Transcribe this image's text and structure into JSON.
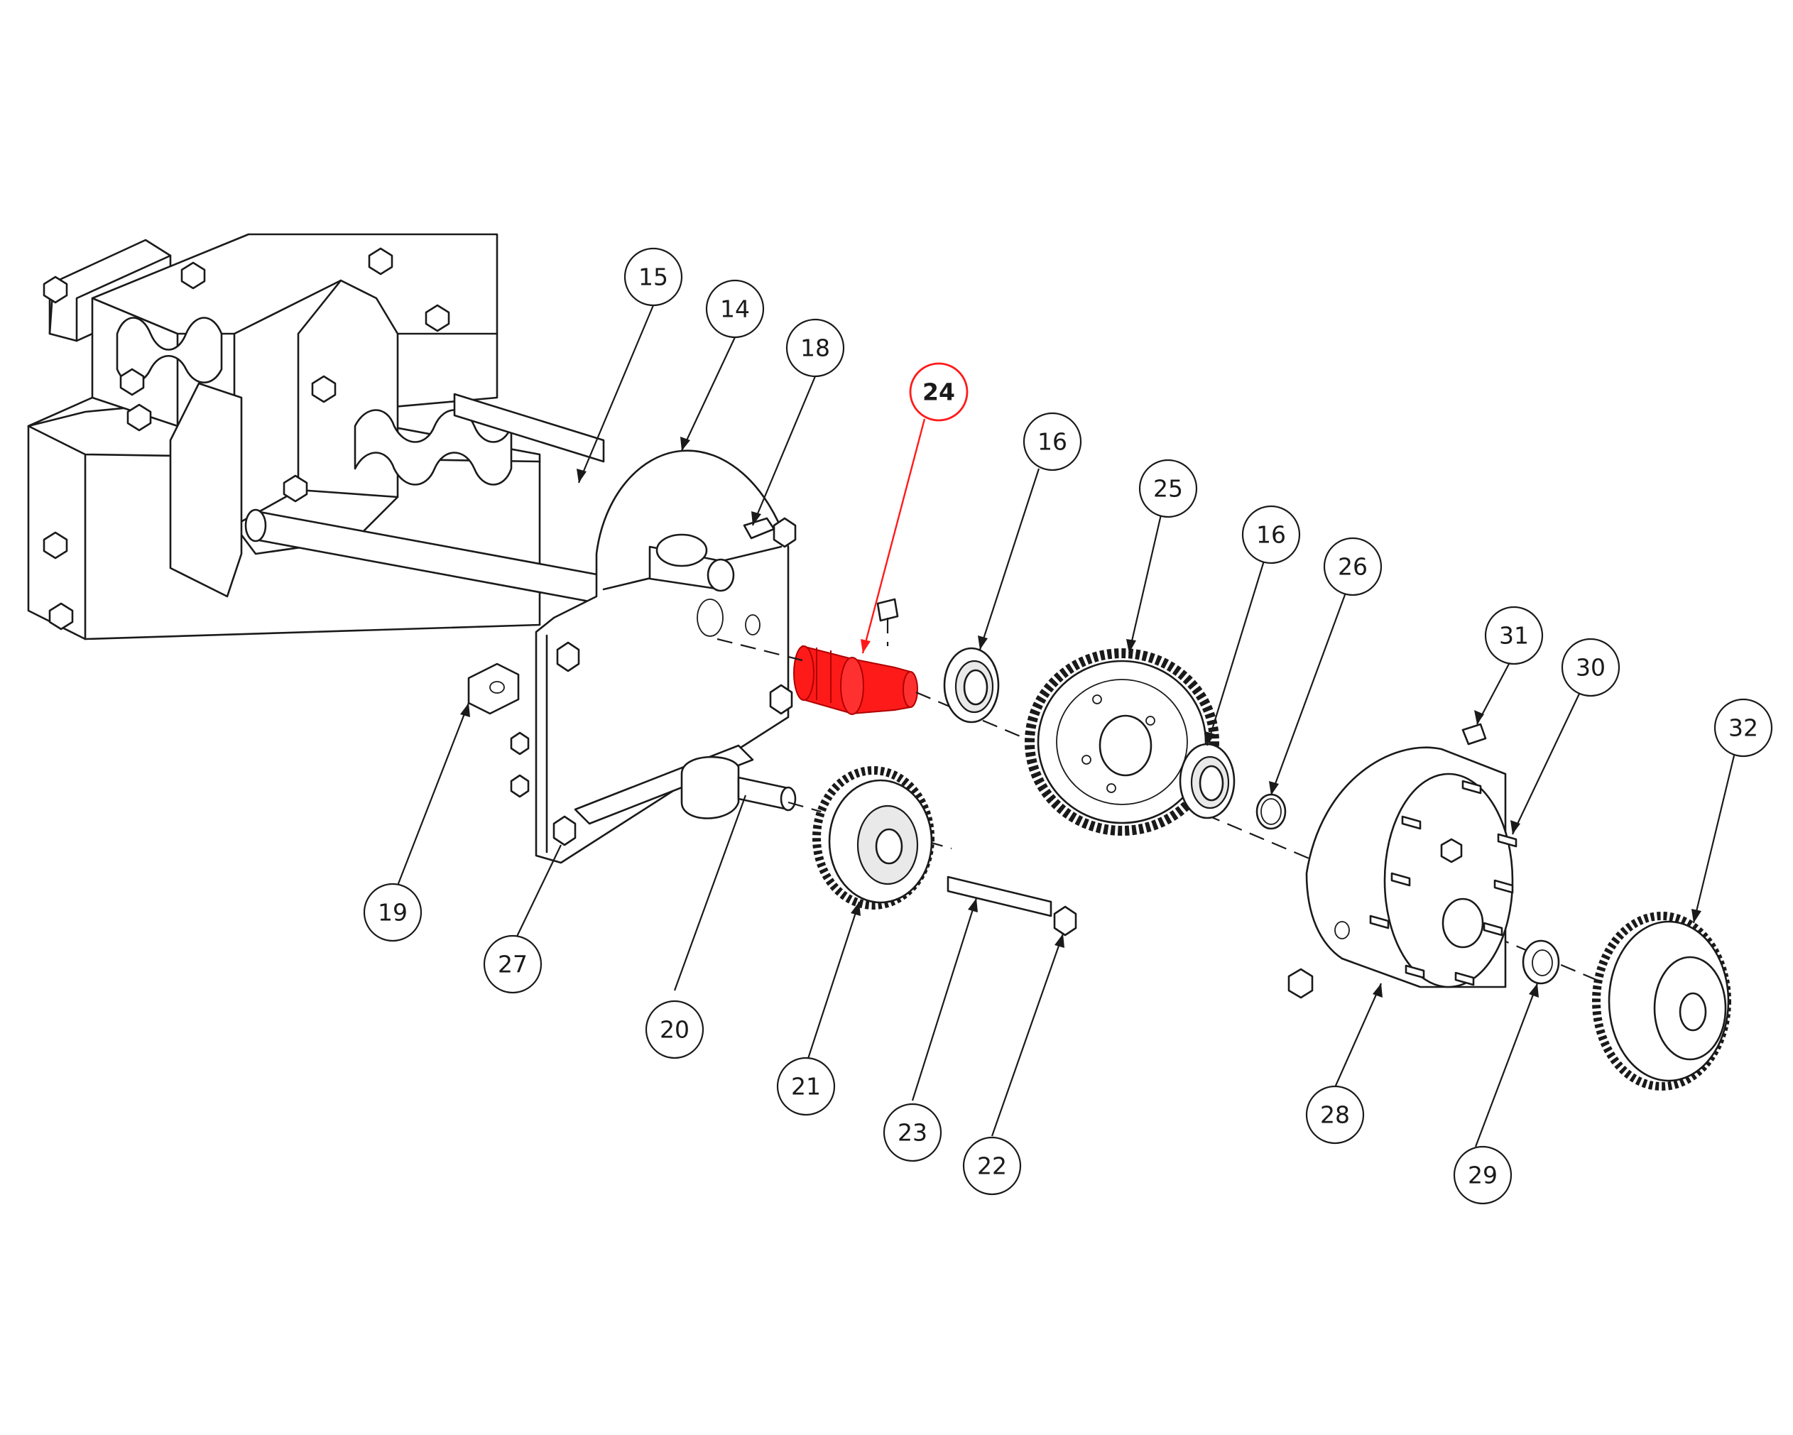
{
  "diagram": {
    "highlight_color": "#ff1a1a",
    "line_color": "#1a1a1a",
    "background": "#ffffff",
    "highlighted_part": "24",
    "callouts": [
      {
        "id": "15",
        "label": "15"
      },
      {
        "id": "14",
        "label": "14"
      },
      {
        "id": "18",
        "label": "18"
      },
      {
        "id": "24",
        "label": "24"
      },
      {
        "id": "16a",
        "label": "16"
      },
      {
        "id": "25",
        "label": "25"
      },
      {
        "id": "16b",
        "label": "16"
      },
      {
        "id": "26",
        "label": "26"
      },
      {
        "id": "31",
        "label": "31"
      },
      {
        "id": "30",
        "label": "30"
      },
      {
        "id": "32",
        "label": "32"
      },
      {
        "id": "19",
        "label": "19"
      },
      {
        "id": "27",
        "label": "27"
      },
      {
        "id": "20",
        "label": "20"
      },
      {
        "id": "21",
        "label": "21"
      },
      {
        "id": "23",
        "label": "23"
      },
      {
        "id": "22",
        "label": "22"
      },
      {
        "id": "28",
        "label": "28"
      },
      {
        "id": "29",
        "label": "29"
      }
    ]
  }
}
